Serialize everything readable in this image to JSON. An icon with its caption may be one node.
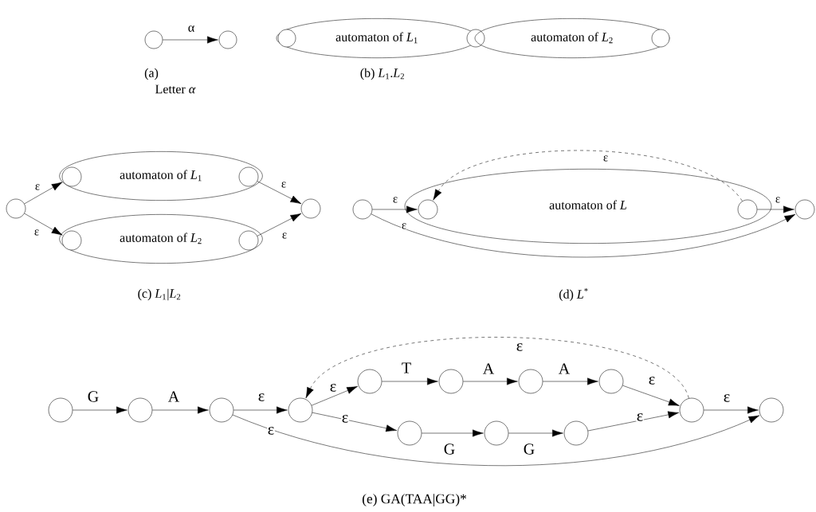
{
  "diagram": {
    "nodes": [
      {
        "text": [],
        "shape": "circle"
      },
      {
        "text": [],
        "shape": "circle"
      },
      {
        "text": [
          "automaton of *L*$_{1}$"
        ]
      },
      {
        "text": [],
        "shape": "circle",
        "in": 2
      },
      {
        "text": [],
        "shape": "circle"
      },
      {
        "text": [
          "automaton of *L*$_{2}$"
        ]
      },
      {
        "text": [],
        "shape": "circle",
        "in": 5
      },
      {
        "text": [],
        "shape": "circle"
      },
      {
        "text": [
          "automaton of *L*$_{1}$"
        ]
      },
      {
        "text": [],
        "shape": "circle",
        "in": 8
      },
      {
        "text": [],
        "shape": "circle",
        "in": 8
      },
      {
        "text": [
          "automaton of *L*$_{2}$"
        ]
      },
      {
        "text": [],
        "shape": "circle",
        "in": 11
      },
      {
        "text": [],
        "shape": "circle",
        "in": 11
      },
      {
        "text": [],
        "shape": "circle"
      },
      {
        "text": [],
        "shape": "circle"
      },
      {
        "text": [
          "automaton of *L*"
        ]
      },
      {
        "text": [],
        "shape": "circle",
        "in": 16
      },
      {
        "text": [],
        "shape": "circle",
        "in": 16
      },
      {
        "text": [],
        "shape": "circle"
      },
      {
        "text": [],
        "shape": "circle"
      },
      {
        "text": [],
        "shape": "circle"
      },
      {
        "text": [],
        "shape": "circle"
      },
      {
        "text": [],
        "shape": "circle"
      },
      {
        "text": [],
        "shape": "circle"
      },
      {
        "text": [],
        "shape": "circle"
      },
      {
        "text": [],
        "shape": "circle"
      },
      {
        "text": [],
        "shape": "circle"
      },
      {
        "text": [],
        "shape": "circle"
      },
      {
        "text": [],
        "shape": "circle"
      },
      {
        "text": [],
        "shape": "circle"
      },
      {
        "text": [],
        "shape": "circle"
      },
      {
        "text": [],
        "shape": "circle"
      }
    ],
    "edges": [
      {
        "from": 0,
        "to": 1,
        "arrow": "to",
        "label": "α"
      },
      {
        "from": 7,
        "to": 9,
        "arrow": "to",
        "label": "ε"
      },
      {
        "from": 7,
        "to": 12,
        "arrow": "to",
        "label": "ε"
      },
      {
        "from": 10,
        "to": 14,
        "arrow": "to",
        "label": "ε"
      },
      {
        "from": 13,
        "to": 14,
        "arrow": "to",
        "label": "ε"
      },
      {
        "from": 15,
        "to": 17,
        "arrow": "to",
        "label": "ε"
      },
      {
        "from": 18,
        "to": 19,
        "arrow": "to",
        "label": "ε"
      },
      {
        "from": 15,
        "to": 19,
        "arrow": "to",
        "label": "ε"
      },
      {
        "from": 18,
        "to": 17,
        "arrow": "to",
        "label": "ε",
        "style": "dashed"
      },
      {
        "from": 20,
        "to": 21,
        "arrow": "to",
        "label": "G"
      },
      {
        "from": 21,
        "to": 22,
        "arrow": "to",
        "label": "A"
      },
      {
        "from": 22,
        "to": 23,
        "arrow": "to",
        "label": "ε"
      },
      {
        "from": 23,
        "to": 24,
        "arrow": "to",
        "label": "ε"
      },
      {
        "from": 23,
        "to": 28,
        "arrow": "to",
        "label": "ε"
      },
      {
        "from": 24,
        "to": 25,
        "arrow": "to",
        "label": "T"
      },
      {
        "from": 25,
        "to": 26,
        "arrow": "to",
        "label": "A"
      },
      {
        "from": 26,
        "to": 27,
        "arrow": "to",
        "label": "A"
      },
      {
        "from": 27,
        "to": 31,
        "arrow": "to",
        "label": "ε"
      },
      {
        "from": 28,
        "to": 29,
        "arrow": "to",
        "label": "G"
      },
      {
        "from": 29,
        "to": 30,
        "arrow": "to",
        "label": "G"
      },
      {
        "from": 30,
        "to": 31,
        "arrow": "to",
        "label": "ε"
      },
      {
        "from": 31,
        "to": 32,
        "arrow": "to",
        "label": "ε"
      },
      {
        "from": 22,
        "to": 32,
        "arrow": "to",
        "label": "ε"
      },
      {
        "from": 31,
        "to": 23,
        "arrow": "to",
        "label": "ε",
        "style": "dashed"
      }
    ],
    "labels": [
      "(a)",
      "Letter *α*",
      "(b) *L*$_{1}$.*L*$_{2}$",
      "(c) *L*$_{1}$|*L*$_{2}$",
      "(d) *L*$^{*}$",
      "(e) GA(TAA|GG)*"
    ]
  }
}
